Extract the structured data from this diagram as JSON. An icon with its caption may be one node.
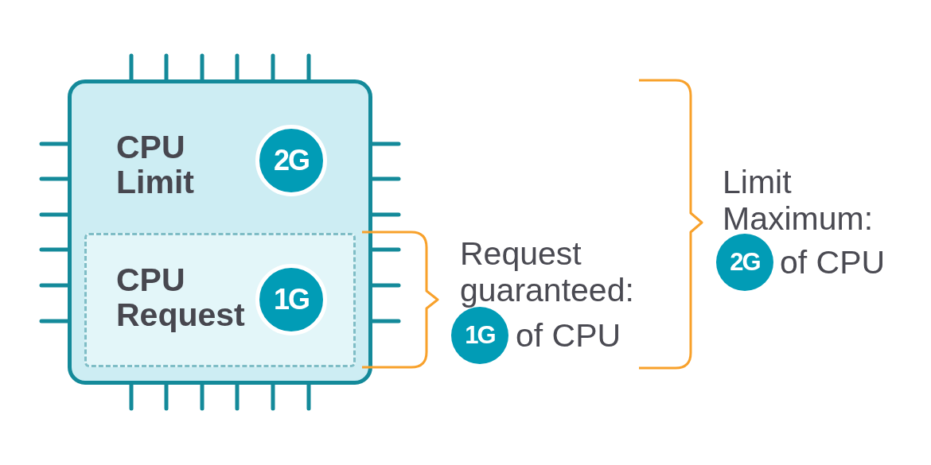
{
  "diagram": {
    "nodes": [
      {
        "text": [
          "CPU Limit"
        ]
      },
      {
        "text": [
          "2G"
        ],
        "in": 0
      },
      {
        "text": [
          "CPU Request"
        ],
        "in": 0
      },
      {
        "text": [
          "1G"
        ],
        "in": 2
      },
      {
        "text": [
          "1G"
        ],
        "beside": [
          "of CPU"
        ]
      },
      {
        "text": [
          "2G"
        ],
        "beside": [
          "of CPU"
        ]
      }
    ],
    "labels": [
      "Request guaranteed:",
      "Limit Maximum:"
    ]
  }
}
